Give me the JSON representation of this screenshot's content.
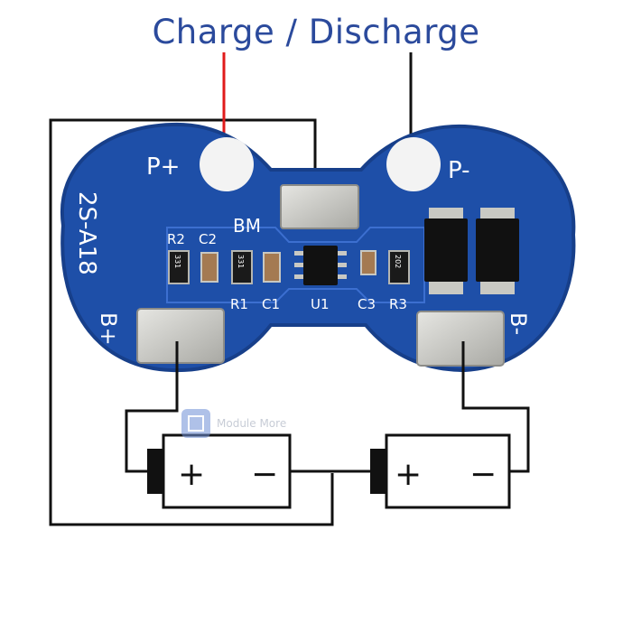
{
  "title": "Charge / Discharge",
  "board": {
    "model": "2S-A18",
    "chip_label": "BM",
    "pads": {
      "p_plus": "P+",
      "p_minus": "P-",
      "b_plus": "B+",
      "b_minus": "B-"
    },
    "components": [
      "R2",
      "C2",
      "R1",
      "C1",
      "U1",
      "C3",
      "R3"
    ],
    "resistor_codes": [
      "331",
      "331",
      "202"
    ],
    "colors": {
      "pcb": "#1e4fa8",
      "pcb_edge": "#173f8a",
      "pad": "#cfcfc9",
      "silkscreen": "#ffffff"
    }
  },
  "batteries": [
    {
      "plus": "+",
      "minus": "−"
    },
    {
      "plus": "+",
      "minus": "−"
    }
  ],
  "watermark": "Module More",
  "wires": {
    "charge_color": "#e01b1b",
    "default_color": "#111111"
  }
}
